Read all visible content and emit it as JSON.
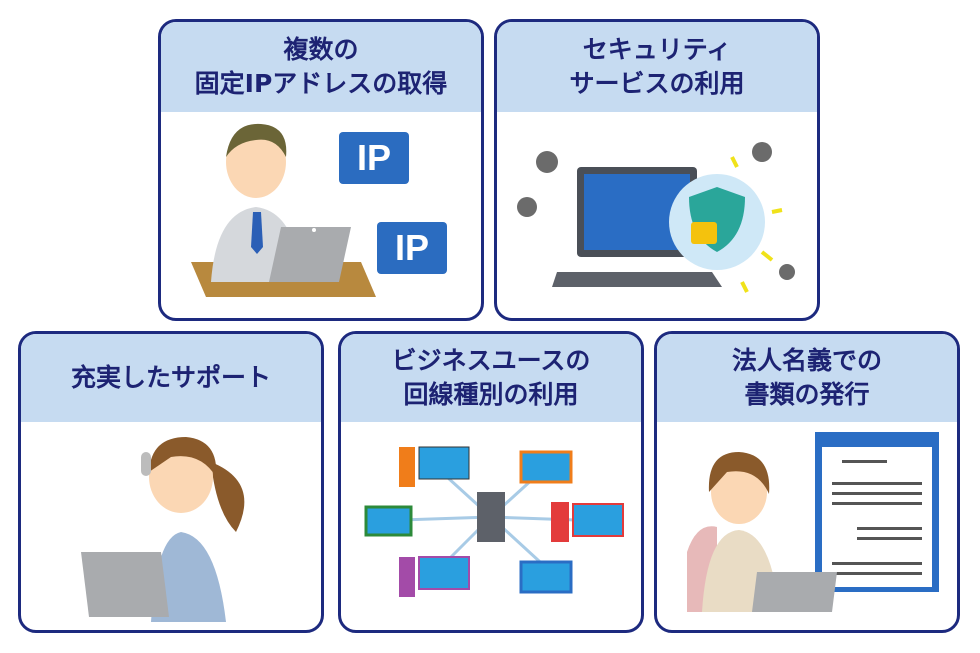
{
  "cards": [
    {
      "title_lines": [
        "複数の",
        "固定IPアドレスの取得"
      ],
      "badges": [
        "IP",
        "IP"
      ]
    },
    {
      "title_lines": [
        "セキュリティ",
        "サービスの利用"
      ]
    },
    {
      "title_lines": [
        "充実したサポート"
      ]
    },
    {
      "title_lines": [
        "ビジネスユースの",
        "回線種別の利用"
      ]
    },
    {
      "title_lines": [
        "法人名義での",
        "書類の発行"
      ]
    }
  ],
  "colors": {
    "border": "#1d2a7f",
    "header_bg": "#c6dbf1",
    "title_text": "#1d2373",
    "ip_badge": "#2b6cc0"
  }
}
